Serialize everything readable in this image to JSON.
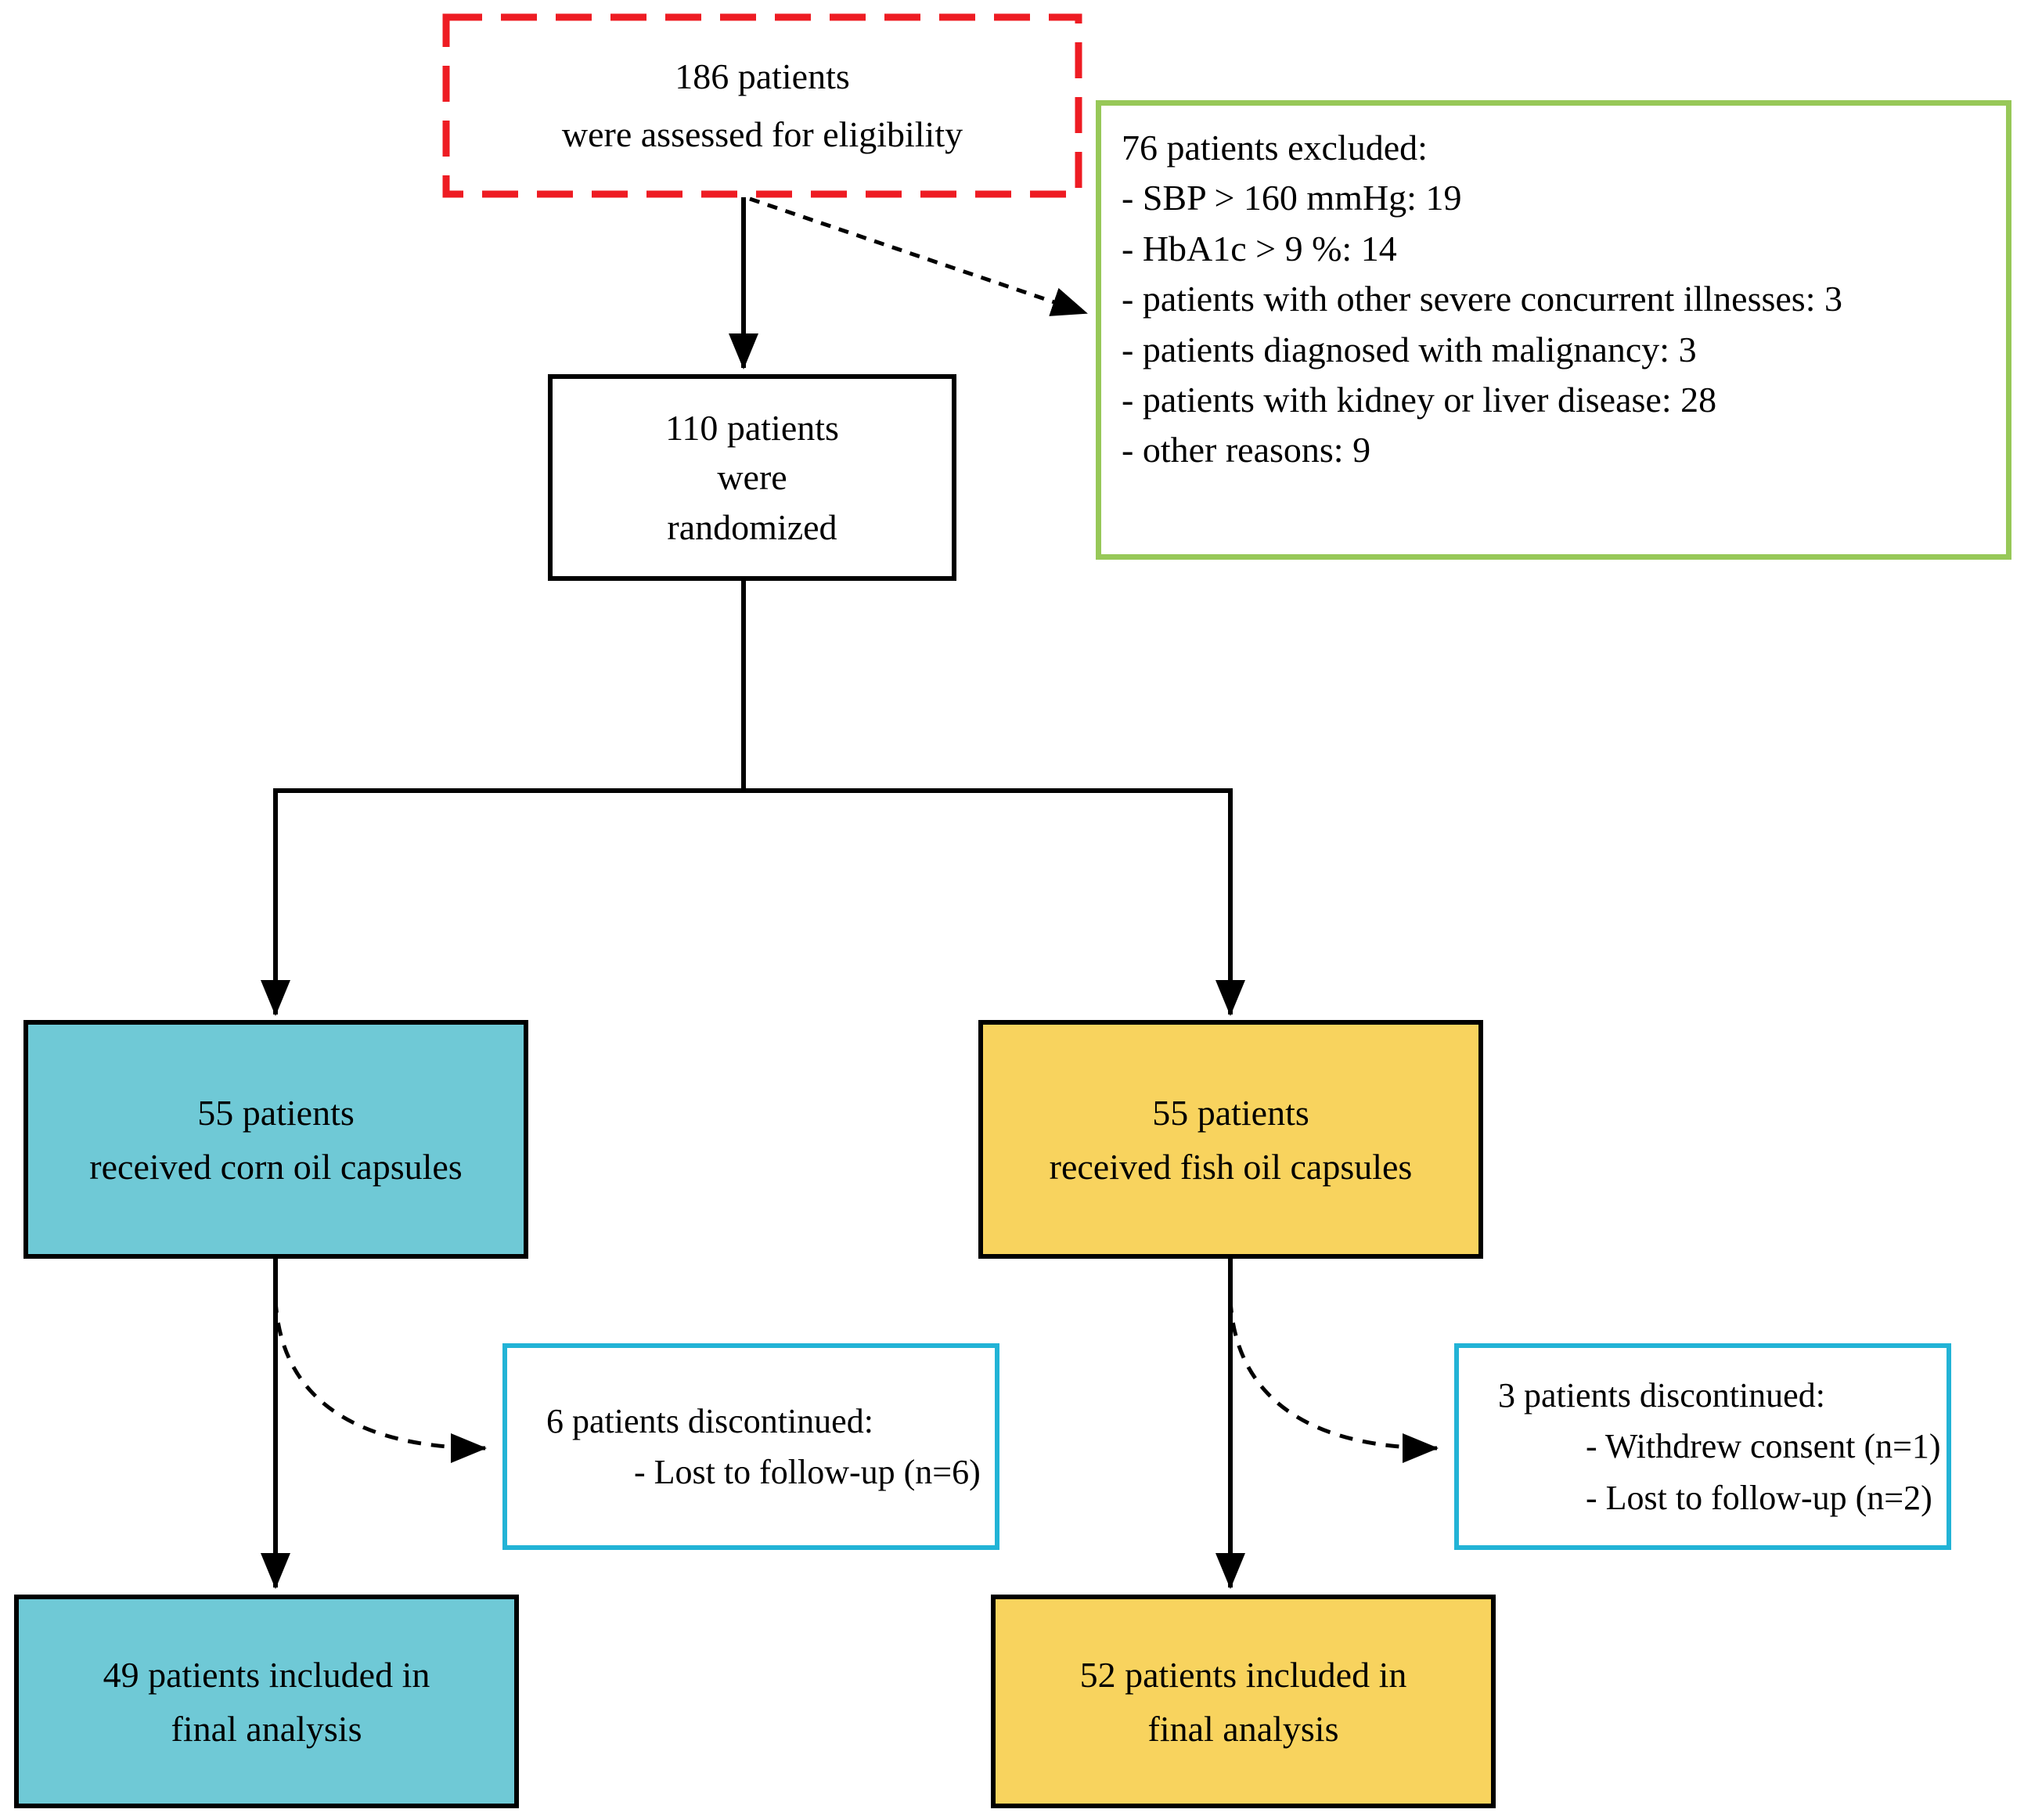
{
  "boxes": {
    "assessed": {
      "lines": [
        "186 patients",
        "were assessed for eligibility"
      ]
    },
    "excluded": {
      "lines": [
        "76 patients excluded:",
        "- SBP > 160 mmHg: 19",
        "- HbA1c > 9 %: 14",
        "- patients with other severe concurrent illnesses: 3",
        "- patients diagnosed with malignancy: 3",
        "- patients with kidney or liver disease: 28",
        "- other reasons: 9"
      ]
    },
    "randomized": {
      "lines": [
        "110 patients",
        "were",
        "randomized"
      ]
    },
    "corn_group": {
      "lines": [
        "55 patients",
        "received corn oil capsules"
      ]
    },
    "fish_group": {
      "lines": [
        "55 patients",
        "received fish oil capsules"
      ]
    },
    "corn_discontinued": {
      "lines": [
        "6 patients discontinued:",
        "- Lost to follow-up (n=6)"
      ]
    },
    "fish_discontinued": {
      "lines": [
        "3 patients discontinued:",
        "- Withdrew consent (n=1)",
        "- Lost to follow-up (n=2)"
      ]
    },
    "corn_final": {
      "lines": [
        "49 patients included in",
        "final analysis"
      ]
    },
    "fish_final": {
      "lines": [
        "52 patients included in",
        "final analysis"
      ]
    }
  },
  "colors": {
    "background": "#ffffff",
    "red_border": "#ee1c23",
    "green_border": "#97c858",
    "cyan_fill": "#6fc9d6",
    "yellow_fill": "#f8d35e",
    "cyan_border": "#22b3d6",
    "line": "#000000"
  }
}
